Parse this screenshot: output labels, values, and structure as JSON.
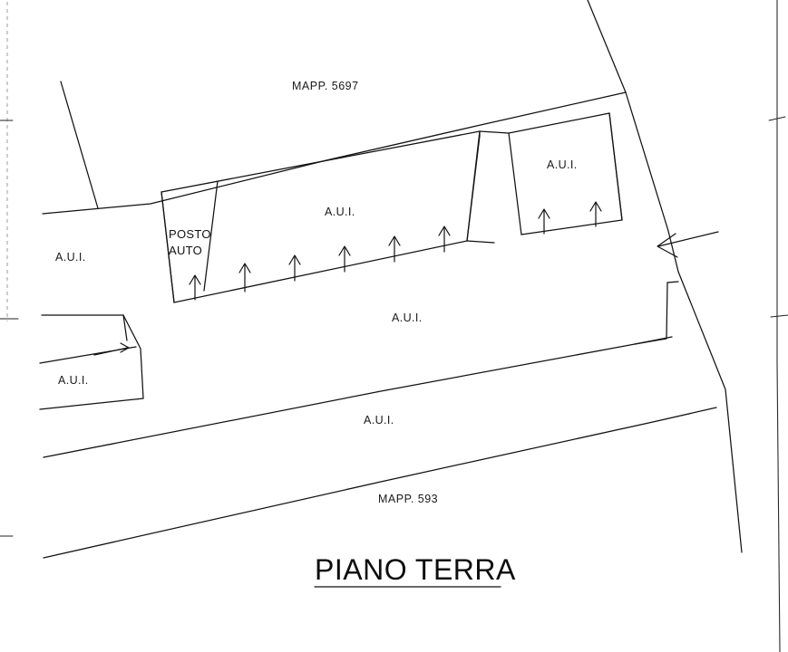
{
  "drawing": {
    "title": "PIANO TERRA",
    "title_underlined": true,
    "sheet_background": "#ffffff",
    "ink_color": "#111111"
  },
  "labels": {
    "mapp_top": "MAPP. 5697",
    "mapp_bottom": "MAPP. 593",
    "posto_line1": "POSTO",
    "posto_line2": "AUTO",
    "aui_left_upper": "A.U.I.",
    "aui_left_lower": "A.U.I.",
    "aui_center_building": "A.U.I.",
    "aui_right_building": "A.U.I.",
    "aui_courtyard_upper": "A.U.I.",
    "aui_courtyard_lower": "A.U.I."
  },
  "annotations": {
    "access_arrow_count_center": 6,
    "access_arrow_count_right": 2,
    "access_arrow_left_unit": 1,
    "entry_arrow_right_edge": 1,
    "arrow_direction_units": "up",
    "arrow_direction_left_unit": "right",
    "arrow_direction_right_edge": "left"
  },
  "parcels": [
    {
      "name": "MAPP. 5697",
      "position": "top"
    },
    {
      "name": "MAPP. 593",
      "position": "bottom"
    }
  ],
  "units": [
    {
      "name": "A.U.I.",
      "location": "left-upper-strip"
    },
    {
      "name": "A.U.I.",
      "location": "left-small-unit"
    },
    {
      "name": "POSTO AUTO",
      "location": "center-building-west-bay"
    },
    {
      "name": "A.U.I.",
      "location": "center-building-main-bay"
    },
    {
      "name": "A.U.I.",
      "location": "right-building"
    },
    {
      "name": "A.U.I.",
      "location": "courtyard-upper"
    },
    {
      "name": "A.U.I.",
      "location": "courtyard-lower"
    }
  ]
}
